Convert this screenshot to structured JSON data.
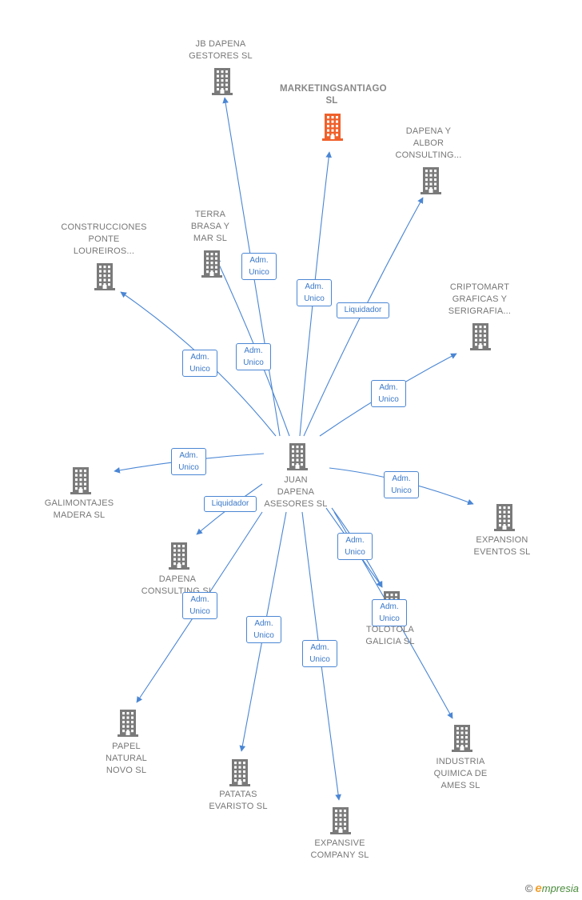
{
  "center": {
    "name": "JUAN\nDAPENA\nASESORES  SL"
  },
  "nodes": [
    {
      "id": "jb",
      "name": "JB DAPENA\nGESTORES  SL",
      "highlight": false
    },
    {
      "id": "mkt",
      "name": "MARKETINGSANTIAGO\nSL",
      "highlight": true
    },
    {
      "id": "dya",
      "name": "DAPENA Y\nALBOR\nCONSULTING...",
      "highlight": false
    },
    {
      "id": "terra",
      "name": "TERRA\nBRASA Y\nMAR  SL",
      "highlight": false
    },
    {
      "id": "constr",
      "name": "CONSTRUCCIONES\nPONTE\nLOUREIROS...",
      "highlight": false
    },
    {
      "id": "cripto",
      "name": "CRIPTOMART\nGRAFICAS Y\nSERIGRAFIA...",
      "highlight": false
    },
    {
      "id": "galim",
      "name": "GALIMONTAJES\nMADERA  SL",
      "highlight": false
    },
    {
      "id": "expev",
      "name": "EXPANSION\nEVENTOS  SL",
      "highlight": false
    },
    {
      "id": "dcons",
      "name": "DAPENA\nCONSULTING SL",
      "highlight": false
    },
    {
      "id": "toto",
      "name": "TOLOTOLA\nGALICIA  SL",
      "highlight": false
    },
    {
      "id": "papel",
      "name": "PAPEL\nNATURAL\nNOVO  SL",
      "highlight": false
    },
    {
      "id": "patatas",
      "name": "PATATAS\nEVARISTO  SL",
      "highlight": false
    },
    {
      "id": "expco",
      "name": "EXPANSIVE\nCOMPANY  SL",
      "highlight": false
    },
    {
      "id": "indus",
      "name": "INDUSTRIA\nQUIMICA DE\nAMES  SL",
      "highlight": false
    }
  ],
  "edges": [
    {
      "to": "jb",
      "label": "Adm.\nUnico"
    },
    {
      "to": "mkt",
      "label": "Adm.\nUnico"
    },
    {
      "to": "dya",
      "label": "Liquidador"
    },
    {
      "to": "terra",
      "label": "Adm.\nUnico"
    },
    {
      "to": "constr",
      "label": "Adm.\nUnico"
    },
    {
      "to": "cripto",
      "label": "Adm.\nUnico"
    },
    {
      "to": "galim",
      "label": "Adm.\nUnico"
    },
    {
      "to": "expev",
      "label": "Adm.\nUnico"
    },
    {
      "to": "dcons",
      "label": "Liquidador"
    },
    {
      "to": "toto",
      "label": "Adm.\nUnico"
    },
    {
      "to": "toto",
      "label": "Adm.\nUnico"
    },
    {
      "to": "papel",
      "label": "Adm.\nUnico"
    },
    {
      "to": "patatas",
      "label": "Adm.\nUnico"
    },
    {
      "to": "expco",
      "label": "Adm.\nUnico"
    },
    {
      "to": "indus",
      "label": "Adm.\nUnico"
    }
  ],
  "colors": {
    "line": "#4a86d4",
    "building": "#7a7a7a",
    "highlight": "#f0602a"
  },
  "icons": {
    "company": "building-icon"
  },
  "footer": {
    "copyright_symbol": "©",
    "brand_initial": "e",
    "brand_rest": "mpresia"
  }
}
